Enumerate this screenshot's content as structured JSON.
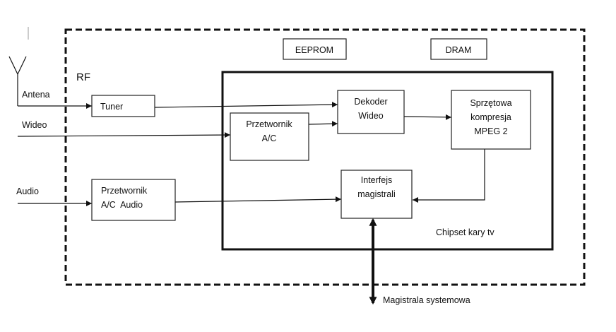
{
  "labels": {
    "rf": "RF",
    "antenna_input": "Antena",
    "video_input": "Wideo",
    "audio_input": "Audio",
    "chipset": "Chipset kary tv",
    "system_bus": "Magistrala systemowa"
  },
  "blocks": {
    "eeprom": "EEPROM",
    "dram": "DRAM",
    "tuner": "Tuner",
    "adc_video": [
      "Przetwornik",
      "A/C"
    ],
    "video_decoder": [
      "Dekoder",
      "Wideo"
    ],
    "mpeg_compression": [
      "Sprzętowa",
      "kompresja",
      "MPEG 2"
    ],
    "bus_interface": [
      "Interfejs",
      "magistrali"
    ],
    "adc_audio": [
      "Przetwornik",
      "A/C  Audio"
    ]
  }
}
